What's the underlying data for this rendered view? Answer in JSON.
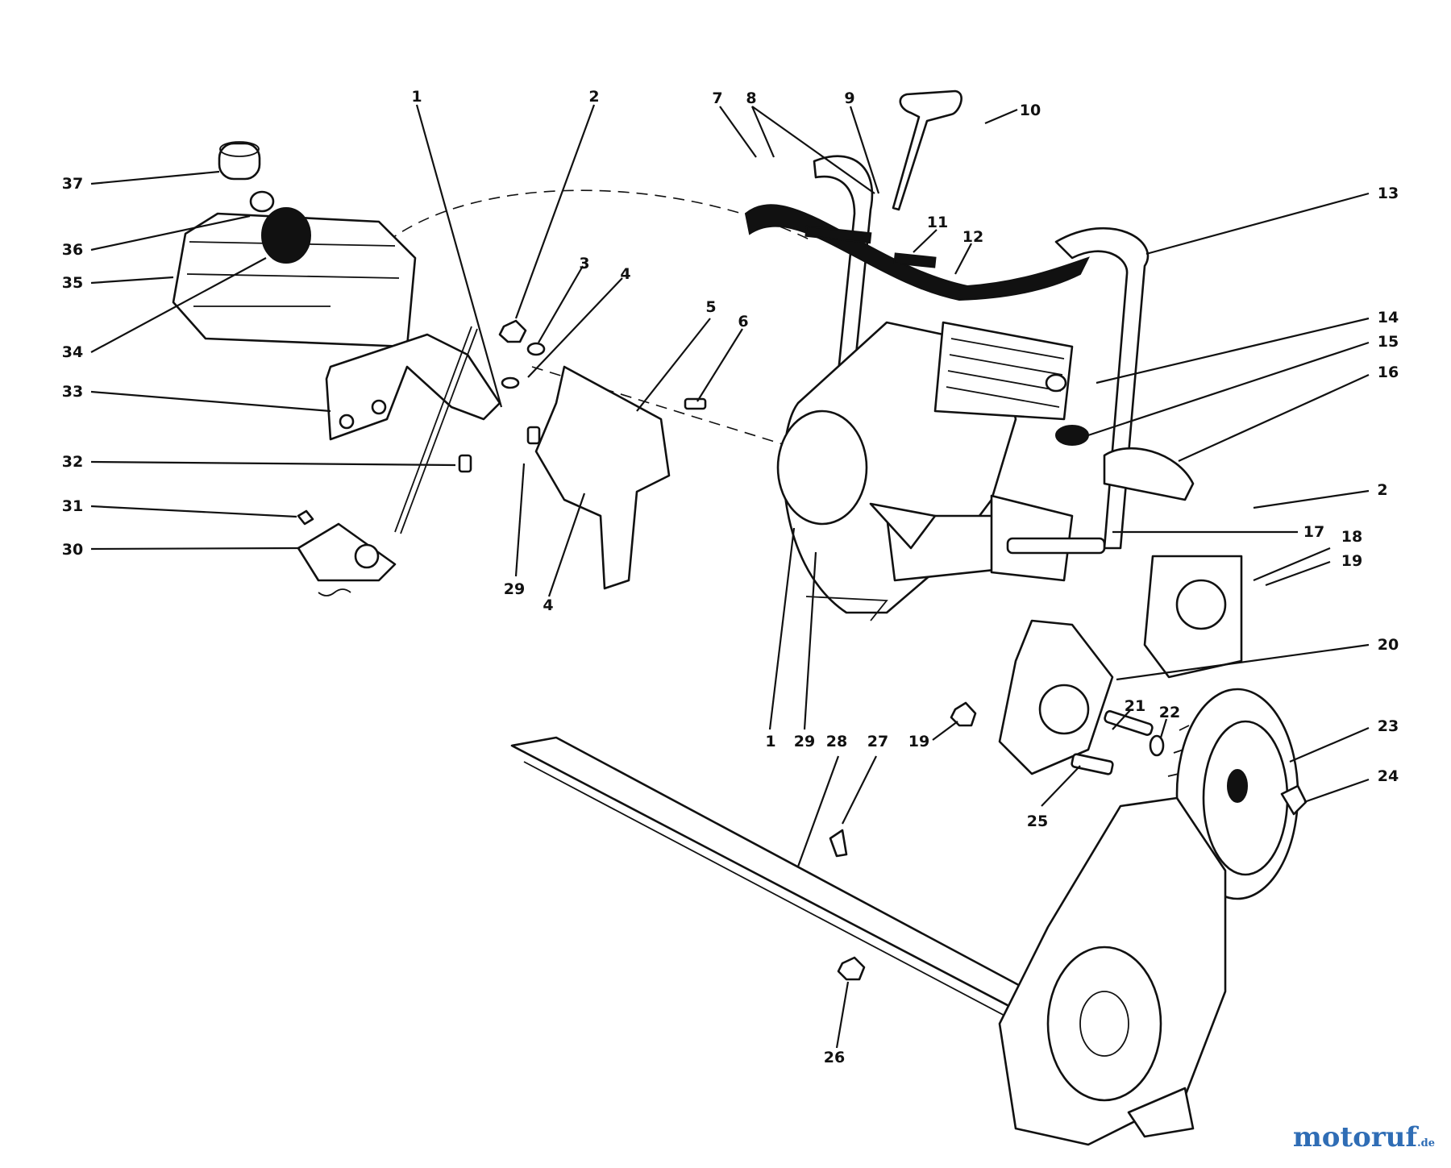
{
  "diagram": {
    "callouts": [
      "1",
      "2",
      "3",
      "4",
      "5",
      "6",
      "7",
      "8",
      "9",
      "10",
      "11",
      "12",
      "13",
      "14",
      "15",
      "16",
      "2",
      "17",
      "18",
      "19",
      "20",
      "21",
      "22",
      "23",
      "24",
      "25",
      "19",
      "29",
      "1",
      "28",
      "27",
      "26",
      "29",
      "4",
      "30",
      "31",
      "32",
      "33",
      "34",
      "35",
      "36",
      "37"
    ]
  },
  "watermark": {
    "part1": "motoruf",
    "part2": "",
    "suffix": ".de"
  }
}
